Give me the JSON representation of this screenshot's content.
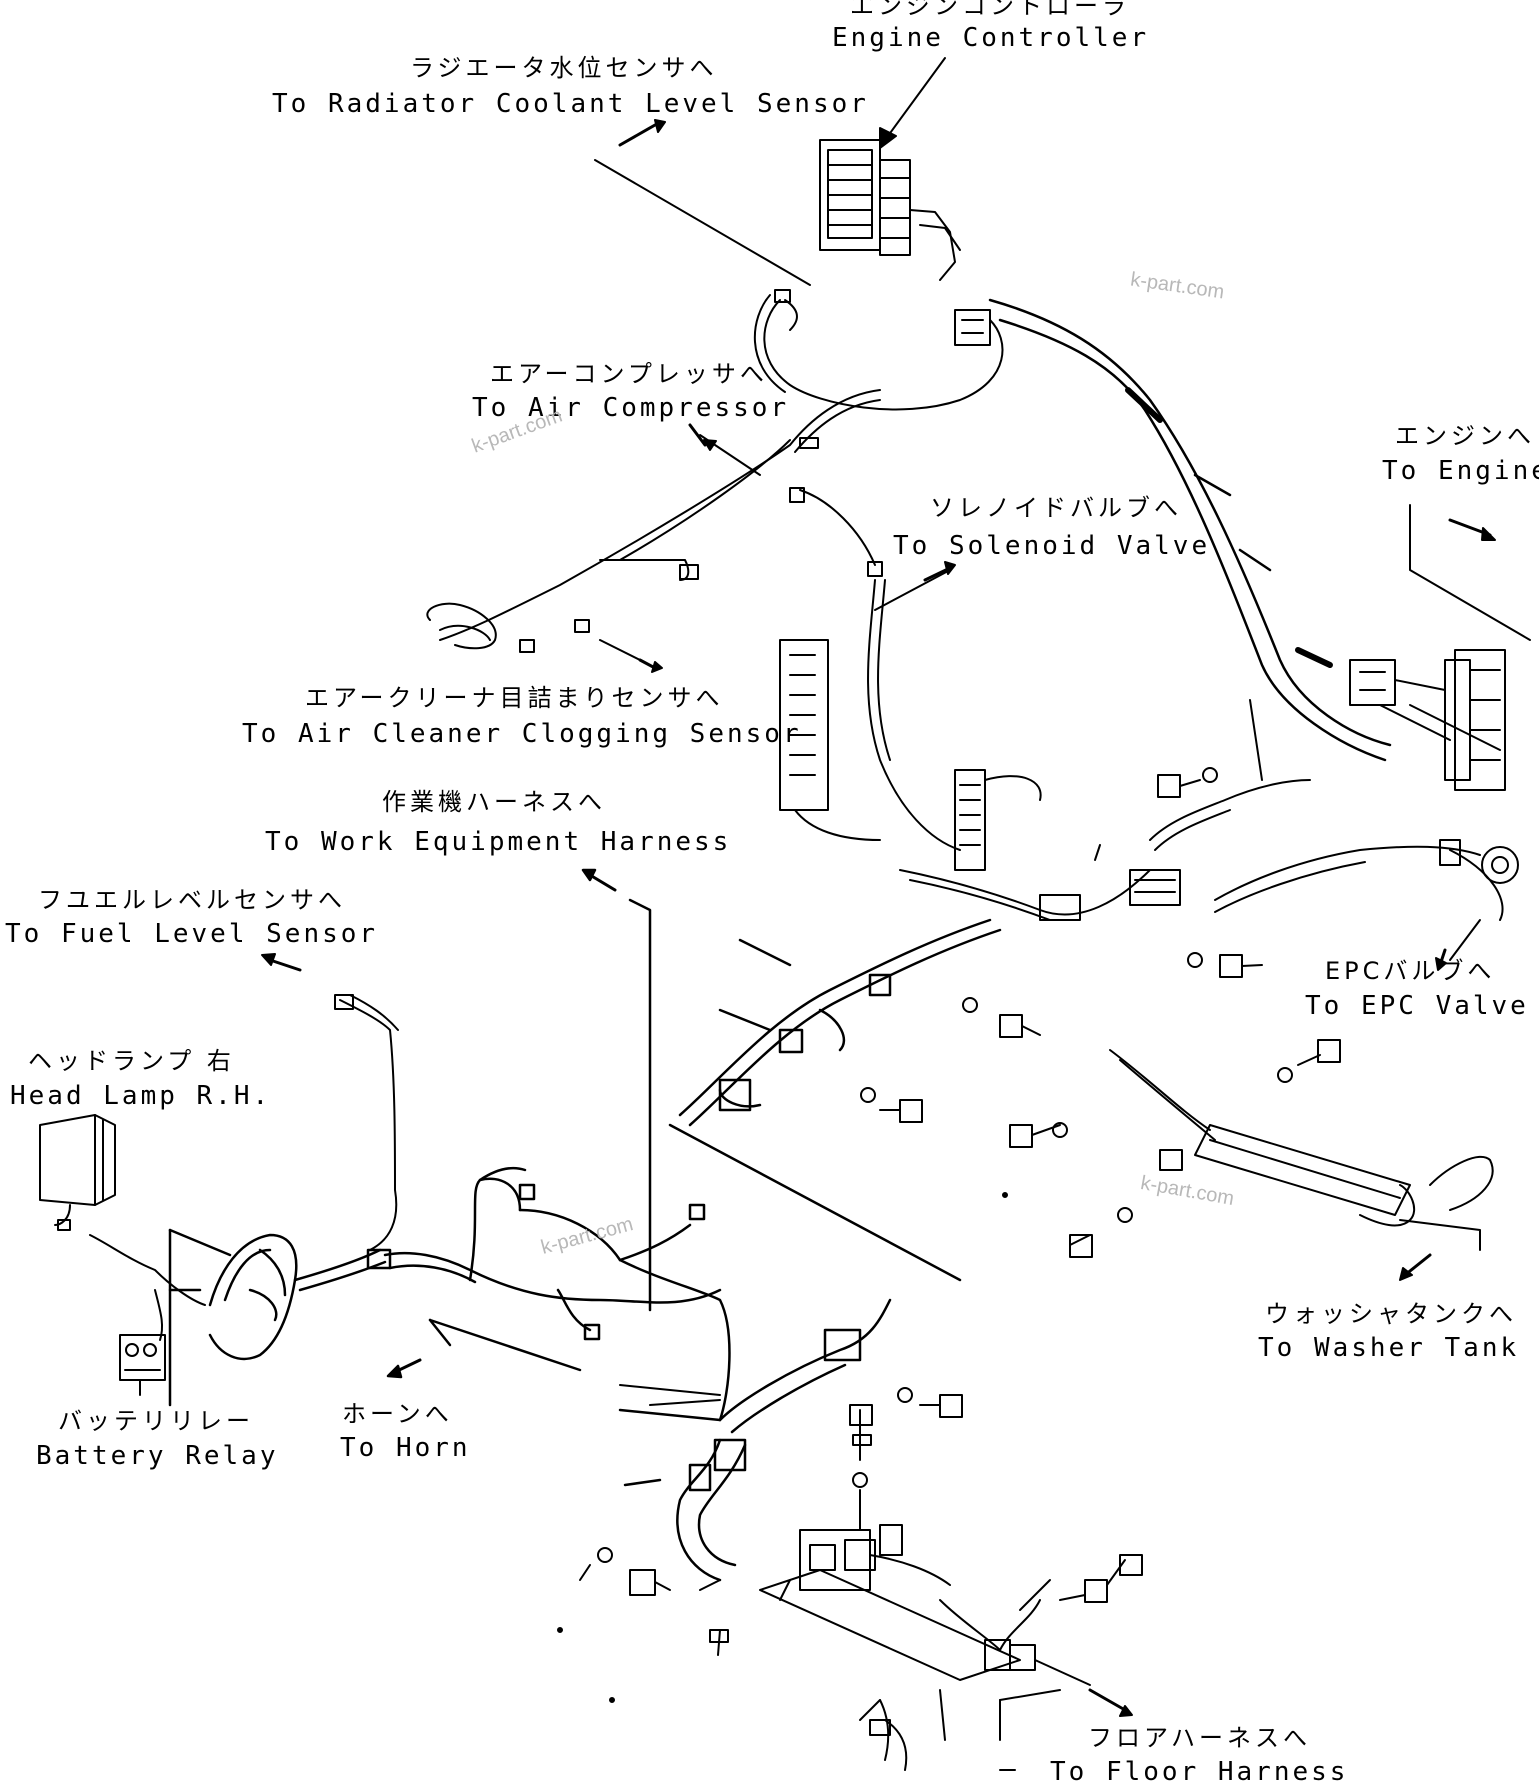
{
  "labels": {
    "engine_controller": {
      "jp": "エンジンコントローラ",
      "en": "Engine Controller"
    },
    "radiator_coolant": {
      "jp": "ラジエータ水位センサへ",
      "en": "To Radiator Coolant Level Sensor"
    },
    "air_compressor": {
      "jp": "エアーコンプレッサへ",
      "en": "To Air Compressor"
    },
    "engine": {
      "jp": "エンジンへ",
      "en": "To Engine"
    },
    "solenoid_valve": {
      "jp": "ソレノイドバルブへ",
      "en": "To Solenoid Valve"
    },
    "air_cleaner": {
      "jp": "エアークリーナ目詰まりセンサへ",
      "en": "To Air Cleaner Clogging Sensor"
    },
    "work_equipment": {
      "jp": "作業機ハーネスへ",
      "en": "To Work Equipment Harness"
    },
    "fuel_level": {
      "jp": "フユエルレベルセンサへ",
      "en": "To Fuel Level Sensor"
    },
    "epc_valve": {
      "jp": "EPCバルブへ",
      "en": "To EPC Valve"
    },
    "head_lamp": {
      "jp": "ヘッドランプ 右",
      "en": "Head Lamp R.H."
    },
    "washer_tank": {
      "jp": "ウォッシャタンクへ",
      "en": "To Washer Tank"
    },
    "battery_relay": {
      "jp": "バッテリリレー",
      "en": "Battery Relay"
    },
    "horn": {
      "jp": "ホーンへ",
      "en": "To Horn"
    },
    "floor_harness": {
      "jp": "フロアハーネスへ",
      "en": "To Floor Harness"
    }
  },
  "watermarks": [
    "k-part.com",
    "k-part.com",
    "k-part.com",
    "k-part.com"
  ],
  "colors": {
    "line": "#000000",
    "background": "#ffffff",
    "watermark": "#b8b8b8"
  }
}
